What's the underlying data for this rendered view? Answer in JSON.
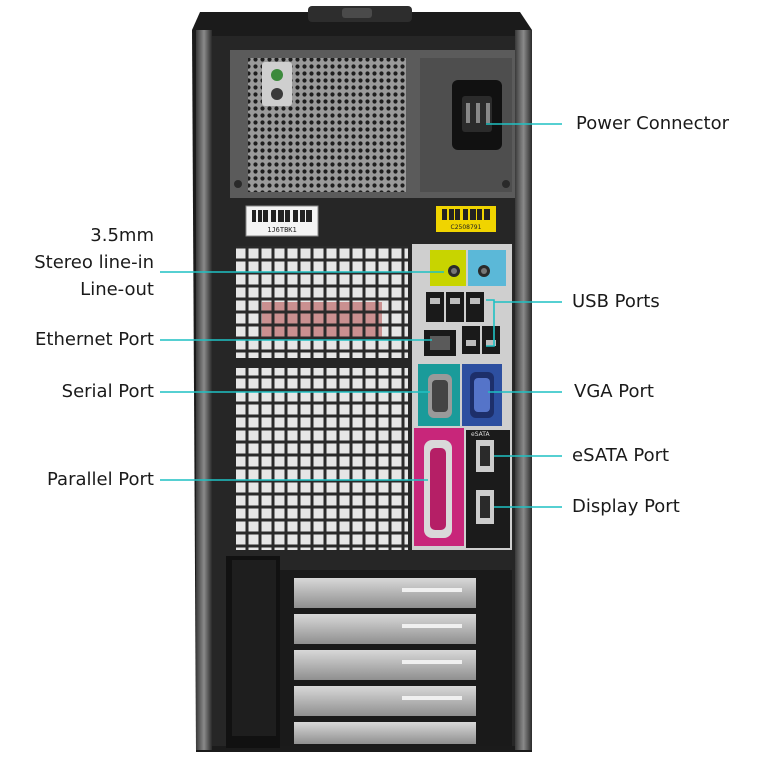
{
  "callouts": {
    "power_connector": "Power Connector",
    "audio_line1": "3.5mm",
    "audio_line2": "Stereo line-in",
    "audio_line3": "Line-out",
    "usb_ports": "USB Ports",
    "ethernet_port": "Ethernet Port",
    "serial_port": "Serial Port",
    "vga_port": "VGA Port",
    "esata_port": "eSATA Port",
    "parallel_port": "Parallel Port",
    "display_port": "Display Port"
  },
  "stickers": {
    "service_tag": "1J6TBK1",
    "yellow_tag": "C2508791",
    "esata_small": "eSATA"
  },
  "colors": {
    "leader_line": "#1fc1c3",
    "case_black": "#1c1c1c",
    "audio_lime": "#c8d400",
    "audio_blue": "#5bb8d8",
    "serial_teal": "#1a9b9a",
    "vga_blue": "#2d4fa0",
    "parallel_magenta": "#c8267a"
  }
}
